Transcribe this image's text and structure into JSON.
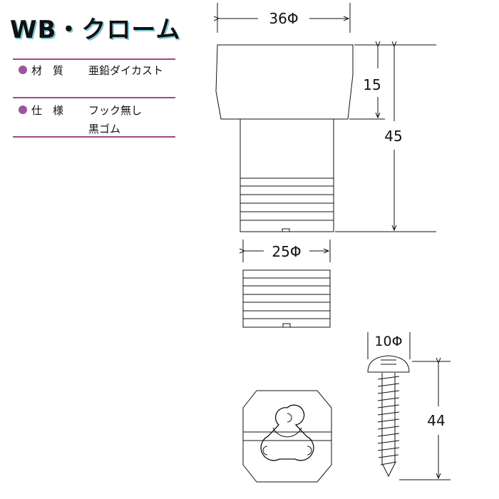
{
  "title": "WB・クローム",
  "specs": {
    "material_label": "材　質",
    "material_value": "亜鉛ダイカスト",
    "spec_label": "仕　様",
    "spec_value_1": "フック無し",
    "spec_value_2": "黒ゴム"
  },
  "dimensions": {
    "cap_diameter": "36Φ",
    "cap_height": "15",
    "total_height": "45",
    "body_diameter": "25Φ",
    "screw_head_diameter": "10Φ",
    "screw_length": "44"
  },
  "colors": {
    "rule": "#a04a88",
    "bullet": "#9a55a0",
    "title_shadow": "#7ecbd9"
  }
}
